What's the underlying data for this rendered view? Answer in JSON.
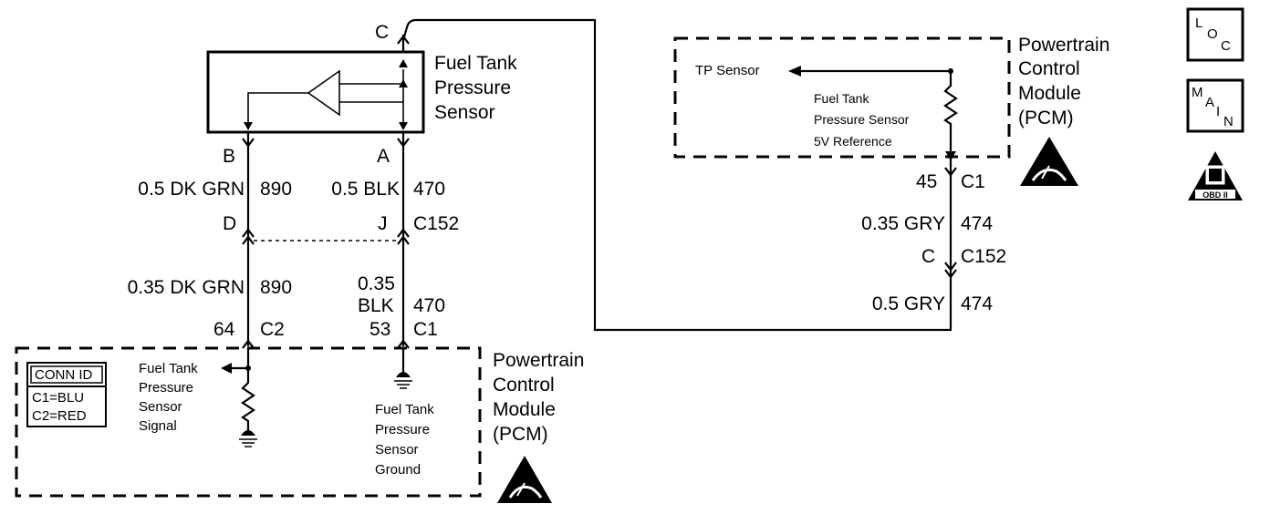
{
  "sensor": {
    "name_lines": [
      "Fuel Tank",
      "Pressure",
      "Sensor"
    ],
    "pin_top": "C",
    "pin_left": "B",
    "pin_right": "A"
  },
  "left_wire": {
    "upper": {
      "gauge_color": "0.5 DK GRN",
      "circuit": "890"
    },
    "inline_cavity": "D",
    "lower": {
      "gauge_color": "0.35 DK GRN",
      "circuit": "890"
    },
    "pcm_pin": "64",
    "pcm_connector": "C2"
  },
  "middle_wire": {
    "upper": {
      "gauge_color": "0.5 BLK",
      "circuit": "470"
    },
    "inline_cavity": "J",
    "inline_connector": "C152",
    "lower": {
      "gauge_line1": "0.35",
      "gauge_line2": "BLK",
      "circuit": "470"
    },
    "pcm_pin": "53",
    "pcm_connector": "C1"
  },
  "pcm_bottom": {
    "title_lines": [
      "Powertrain",
      "Control",
      "Module",
      "(PCM)"
    ],
    "conn_id": {
      "title": "CONN ID",
      "c1": "C1=BLU",
      "c2": "C2=RED"
    },
    "signal_label_lines": [
      "Fuel Tank",
      "Pressure",
      "Sensor",
      "Signal"
    ],
    "ground_label_lines": [
      "Fuel Tank",
      "Pressure",
      "Sensor",
      "Ground"
    ]
  },
  "pcm_top": {
    "title_lines": [
      "Powertrain",
      "Control",
      "Module",
      "(PCM)"
    ],
    "tp_sensor": "TP Sensor",
    "ref_label_lines": [
      "Fuel Tank",
      "Pressure Sensor",
      "5V Reference"
    ]
  },
  "right_wire": {
    "pcm_pin": "45",
    "pcm_connector": "C1",
    "upper": {
      "gauge_color": "0.35 GRY",
      "circuit": "474"
    },
    "inline_cavity": "C",
    "inline_connector": "C152",
    "lower": {
      "gauge_color": "0.5 GRY",
      "circuit": "474"
    }
  },
  "legend": {
    "loc": {
      "l": "L",
      "o": "O",
      "c": "C"
    },
    "main": {
      "m": "M",
      "a": "A",
      "i": "I",
      "n": "N"
    },
    "obd": "OBD II"
  }
}
